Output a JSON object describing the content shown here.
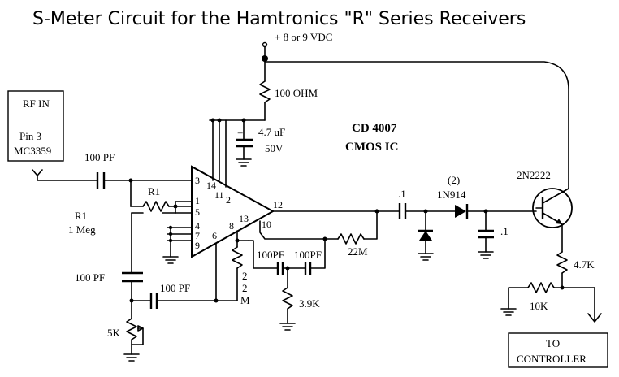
{
  "title": "S-Meter Circuit for the Hamtronics \"R\" Series Receivers",
  "supply": "+ 8 or 9 VDC",
  "ic": {
    "name": "CD 4007",
    "type": "CMOS  IC"
  },
  "rf_box": {
    "line1": "RF IN",
    "line2": "Pin 3",
    "line3": "MC3359"
  },
  "controller_box": {
    "line1": "TO",
    "line2": "CONTROLLER"
  },
  "components": {
    "r_100ohm": "100 OHM",
    "c_4u7": "4.7 uF",
    "c_4u7_v": "50V",
    "c_100pf_in": "100 PF",
    "r1_label": "R1",
    "r1_desc_1": "R1",
    "r1_desc_2": "1 Meg",
    "c_100pf_left": "100 PF",
    "c_100pf_mid": "100 PF",
    "pot_5k": "5K",
    "r_2m_1": "2",
    "r_2m_2": "2",
    "r_2m_3": "M",
    "c_100pf_a": "100PF",
    "c_100pf_b": "100PF",
    "r_3k9": "3.9K",
    "r_22m": "22M",
    "c_01_a": ".1",
    "diode_count": "(2)",
    "diode_type": "1N914",
    "c_01_b": ".1",
    "transistor": "2N2222",
    "r_4k7": "4.7K",
    "r_10k": "10K",
    "plus_sign": "+"
  },
  "pins": {
    "p3": "3",
    "p14": "14",
    "p11": "11",
    "p2": "2",
    "p1": "1",
    "p5": "5",
    "p4": "4",
    "p7": "7",
    "p9": "9",
    "p6": "6",
    "p8": "8",
    "p13": "13",
    "p12": "12",
    "p10": "10"
  }
}
